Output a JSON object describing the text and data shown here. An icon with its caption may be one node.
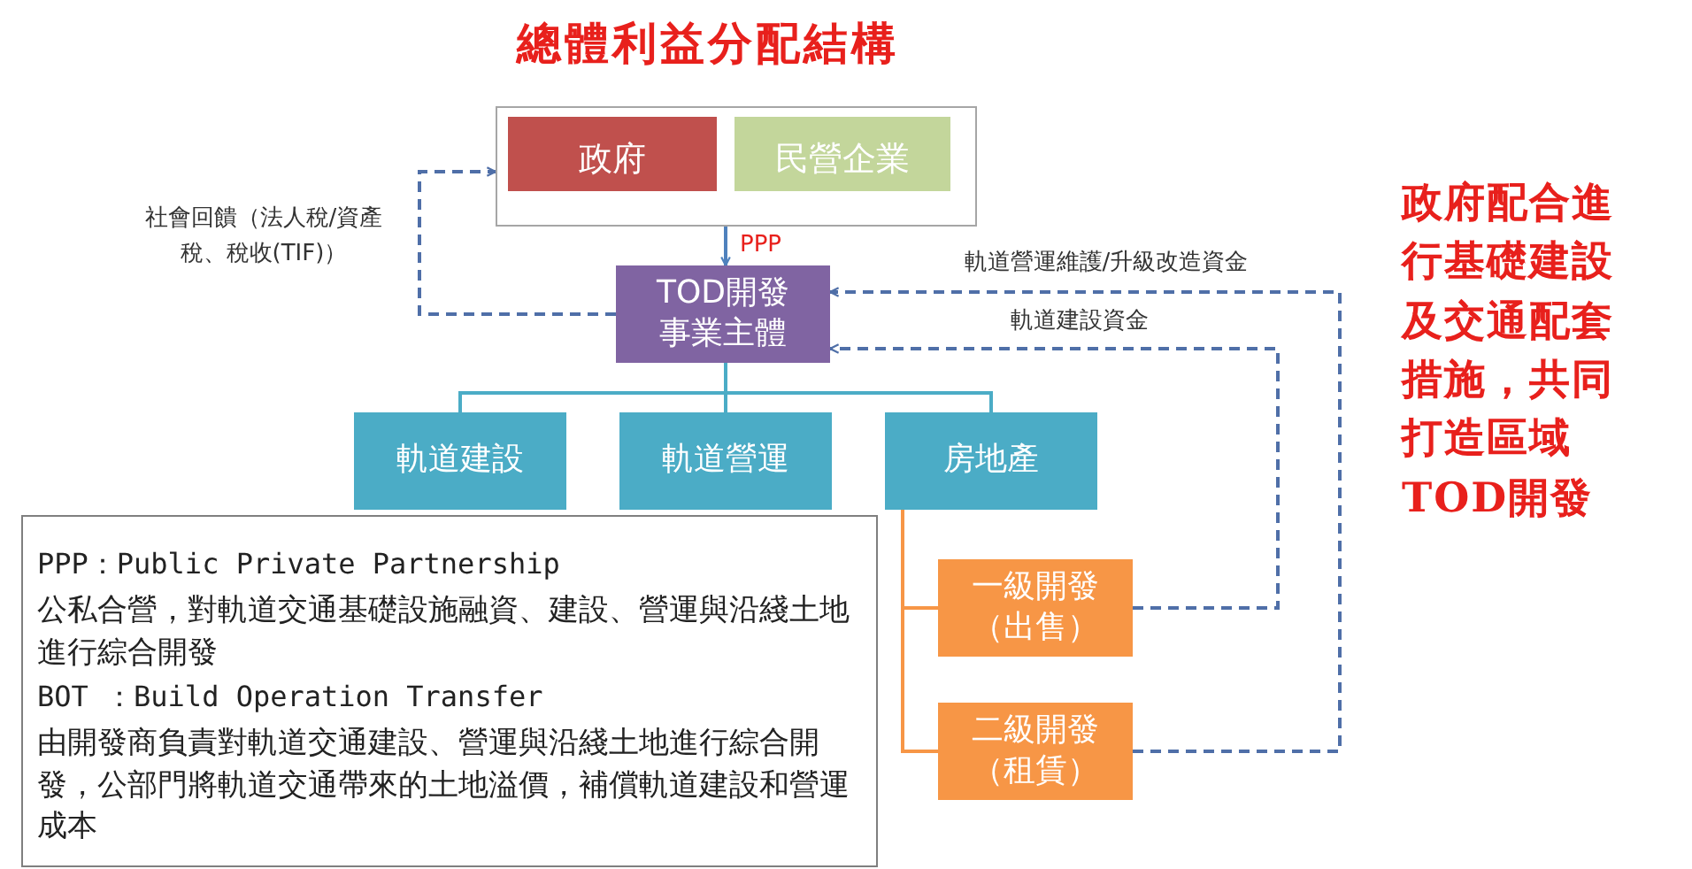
{
  "diagram": {
    "title": "總體利益分配結構",
    "nodes": [
      {
        "text": [],
        "shape": "box"
      },
      {
        "text": [
          "政府"
        ],
        "in": 0
      },
      {
        "text": [
          "民營企業"
        ],
        "in": 0
      },
      {
        "text": [
          "TOD開發事業主體"
        ]
      },
      {
        "text": [
          "軌道建設"
        ]
      },
      {
        "text": [
          "軌道營運"
        ]
      },
      {
        "text": [
          "房地產"
        ]
      },
      {
        "text": [
          "一級開發（出售）"
        ]
      },
      {
        "text": [
          "二級開發（租賃）"
        ]
      },
      {
        "text": [
          "PPP：Public Private Partnership",
          "公私合營，對軌道交通基礎設施融資、建設、營運與沿綫土地進行綜合開發",
          "BOT ：Build Operation Transfer",
          "由開發商負責對軌道交通建設、營運與沿綫土地進行綜合開發，公部門將軌道交通帶來的土地溢價，補償軌道建設和營運成本"
        ]
      }
    ],
    "edges": [
      {
        "from": 0,
        "to": 3,
        "arrow": "to",
        "label": "PPP",
        "color": "#4f81bd"
      },
      {
        "from": 3,
        "to": 0,
        "arrow": "to",
        "label": "社會回饋（法人稅/資產稅、稅收(TIF)）",
        "style": "dashed",
        "color": "#4f6fa8"
      },
      {
        "from": 7,
        "to": 3,
        "arrow": "to",
        "label": "軌道建設資金",
        "style": "dashed",
        "color": "#4f6fa8"
      },
      {
        "from": 8,
        "to": 3,
        "arrow": "to",
        "label": "軌道營運維護/升級改造資金",
        "style": "dashed",
        "color": "#4f6fa8"
      },
      {
        "from": 3,
        "to": 4,
        "arrow": "none",
        "color": "#4bacc6"
      },
      {
        "from": 3,
        "to": 5,
        "arrow": "none",
        "color": "#4bacc6"
      },
      {
        "from": 3,
        "to": 6,
        "arrow": "none",
        "color": "#4bacc6"
      },
      {
        "from": 6,
        "to": 7,
        "arrow": "none",
        "color": "#f79646"
      },
      {
        "from": 6,
        "to": 8,
        "arrow": "none",
        "color": "#f79646"
      }
    ],
    "labels": [
      "政府配合進行基礎建設及交通配套措施，共同打造區域TOD開發"
    ]
  }
}
